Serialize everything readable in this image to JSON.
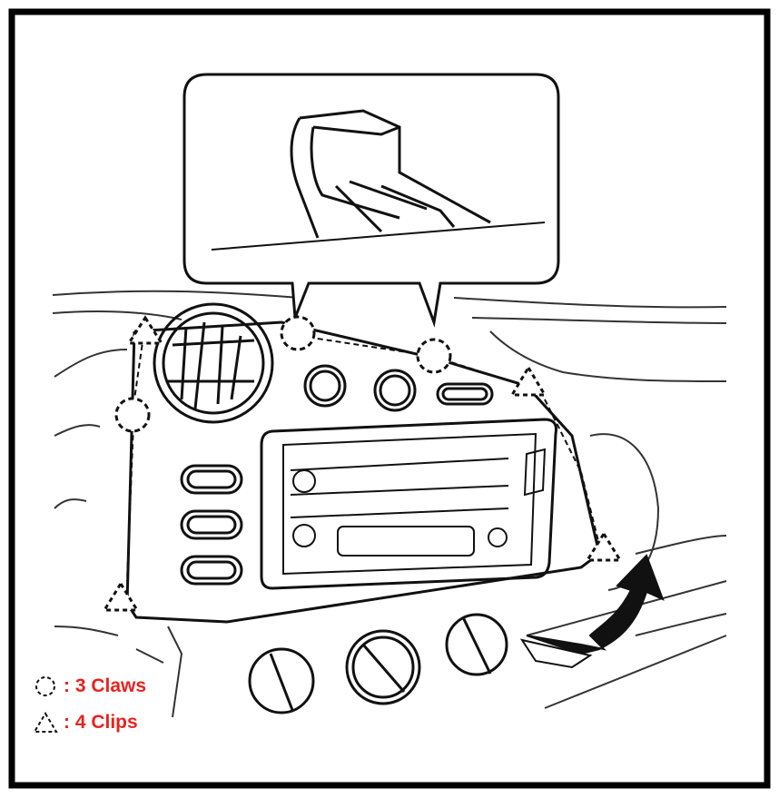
{
  "legend": {
    "items": [
      {
        "symbol": "dashed-circle",
        "text": ": 3 Claws"
      },
      {
        "symbol": "dashed-triangle",
        "text": ": 4 Clips"
      }
    ]
  },
  "colors": {
    "legend_text": "#e8231f",
    "line": "#111111",
    "frame": "#000000",
    "background": "#ffffff",
    "arrow_fill": "#111111"
  }
}
